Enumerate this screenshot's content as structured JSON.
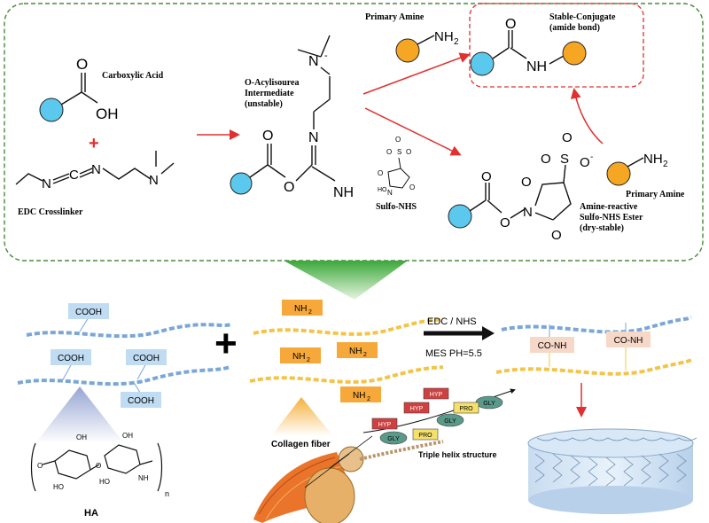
{
  "reaction": {
    "carboxylic_acid": "Carboxylic Acid",
    "plus": "+",
    "edc": "EDC Crosslinker",
    "intermediate_line1": "O-Acylisourea",
    "intermediate_line2": "Intermediate",
    "intermediate_line3": "(unstable)",
    "sulfo_nhs": "Sulfo-NHS",
    "primary_amine_top": "Primary Amine",
    "primary_amine_right": "Primary Amine",
    "stable_line1": "Stable-Conjugate",
    "stable_line2": "(amide bond)",
    "ester_line1": "Amine-reactive",
    "ester_line2": "Sulfo-NHS Ester",
    "ester_line3": "(dry-stable)",
    "atoms": {
      "O": "O",
      "OH": "OH",
      "N": "N",
      "C": "C",
      "NH": "NH",
      "NH2": "NH",
      "sub2": "2",
      "S": "S",
      "Ominus": "O",
      "minus": "-",
      "HO": "HO"
    }
  },
  "lower": {
    "cooh": "COOH",
    "nh2": "NH",
    "sub2": "2",
    "edc_nhs": "EDC / NHS",
    "mes": "MES PH=5.5",
    "conh": "CO-NH",
    "ha": "HA",
    "n": "n",
    "collagen_fiber": "Collagen fiber",
    "triple_helix": "Triple helix structure",
    "hyp": "HYP",
    "gly": "GLY",
    "pro": "PRO"
  },
  "colors": {
    "cyan": "#5bc8ee",
    "orange": "#f5a623",
    "red_arrow": "#e03030",
    "green_dash": "#4a8a3a",
    "cooh_box": "#bfdcf2",
    "nh2_box": "#f6a83a",
    "conh_box": "#f6d8c8"
  }
}
